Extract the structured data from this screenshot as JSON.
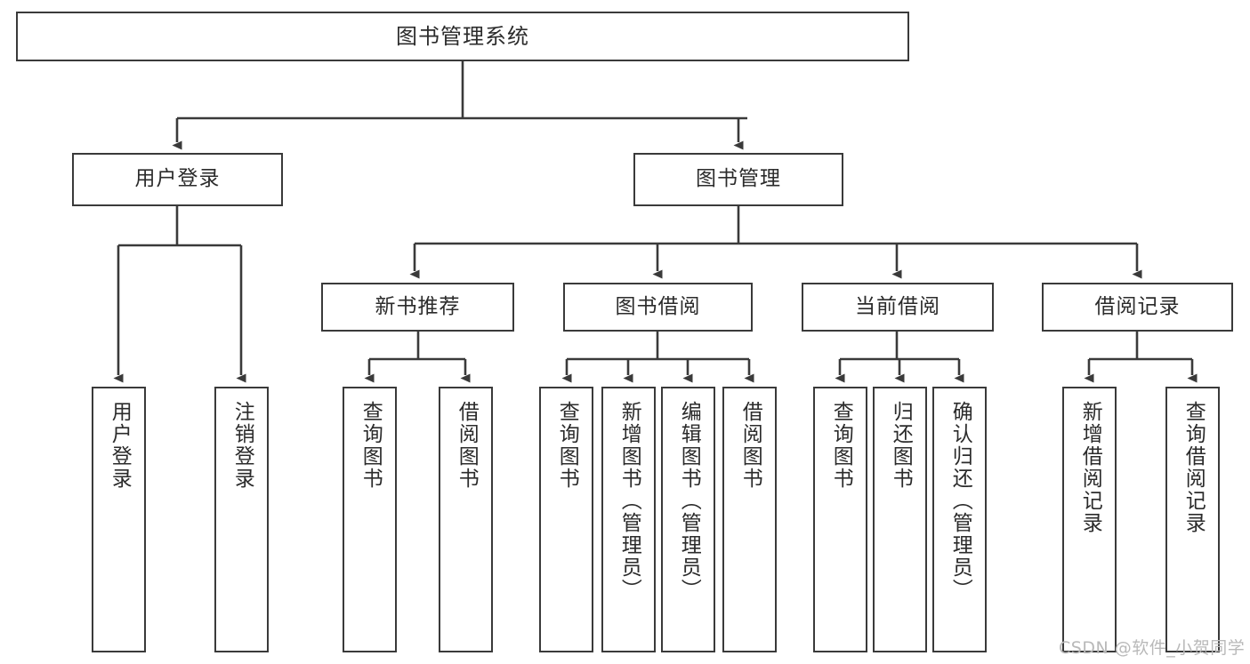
{
  "diagram": {
    "title": "图书管理系统",
    "type": "functional-structure-tree",
    "nodes": {
      "root": {
        "label": "图书管理系统"
      },
      "level2": [
        {
          "id": "user-login",
          "label": "用户登录"
        },
        {
          "id": "book-management",
          "label": "图书管理"
        }
      ],
      "level3": [
        {
          "id": "new-book-recommend",
          "label": "新书推荐"
        },
        {
          "id": "book-borrow",
          "label": "图书借阅"
        },
        {
          "id": "current-borrow",
          "label": "当前借阅"
        },
        {
          "id": "borrow-record",
          "label": "借阅记录"
        }
      ],
      "leaves": [
        {
          "id": "leaf-user-login",
          "label": "用户登录",
          "parent": "user-login"
        },
        {
          "id": "leaf-logout-login",
          "label": "注销登录",
          "parent": "user-login"
        },
        {
          "id": "leaf-query-book-1",
          "label": "查询图书",
          "parent": "new-book-recommend"
        },
        {
          "id": "leaf-borrow-book-1",
          "label": "借阅图书",
          "parent": "new-book-recommend"
        },
        {
          "id": "leaf-query-book-2",
          "label": "查询图书",
          "parent": "book-borrow"
        },
        {
          "id": "leaf-add-book",
          "label": "新增图书（管理员）",
          "parent": "book-borrow"
        },
        {
          "id": "leaf-edit-book",
          "label": "编辑图书（管理员）",
          "parent": "book-borrow"
        },
        {
          "id": "leaf-borrow-book-2",
          "label": "借阅图书",
          "parent": "book-borrow"
        },
        {
          "id": "leaf-query-book-3",
          "label": "查询图书",
          "parent": "current-borrow"
        },
        {
          "id": "leaf-return-book",
          "label": "归还图书",
          "parent": "current-borrow"
        },
        {
          "id": "leaf-confirm-return",
          "label": "确认归还（管理员）",
          "parent": "current-borrow"
        },
        {
          "id": "leaf-add-record",
          "label": "新增借阅记录",
          "parent": "borrow-record"
        },
        {
          "id": "leaf-query-record",
          "label": "查询借阅记录",
          "parent": "borrow-record"
        }
      ]
    },
    "watermark": "CSDN @软件_小贺同学",
    "colors": {
      "box_border": "#3a3a3a",
      "box_fill": "#ffffff",
      "edge": "#3a3a3a",
      "text": "#2b2b2b",
      "watermark": "#b9b9b9",
      "background": "#ffffff"
    }
  }
}
